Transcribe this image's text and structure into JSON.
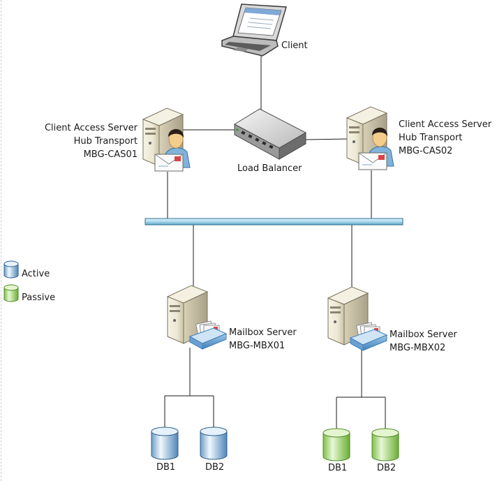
{
  "legend": {
    "active_label": "Active",
    "passive_label": "Passive"
  },
  "client": {
    "label": "Client"
  },
  "load_balancer": {
    "label": "Load Balancer"
  },
  "cas01": {
    "line1": "Client Access Server",
    "line2": "Hub Transport",
    "line3": "MBG-CAS01"
  },
  "cas02": {
    "line1": "Client Access Server",
    "line2": "Hub Transport",
    "line3": "MBG-CAS02"
  },
  "mbx01": {
    "line1": "Mailbox Server",
    "line2": "MBG-MBX01",
    "db1": "DB1",
    "db2": "DB2"
  },
  "mbx02": {
    "line1": "Mailbox Server",
    "line2": "MBG-MBX02",
    "db1": "DB1",
    "db2": "DB2"
  },
  "colors": {
    "active_db": "#9cc6e6",
    "passive_db": "#a9dc7a",
    "network_bus": "#a9d8ec",
    "connector": "#1a1a1a"
  }
}
